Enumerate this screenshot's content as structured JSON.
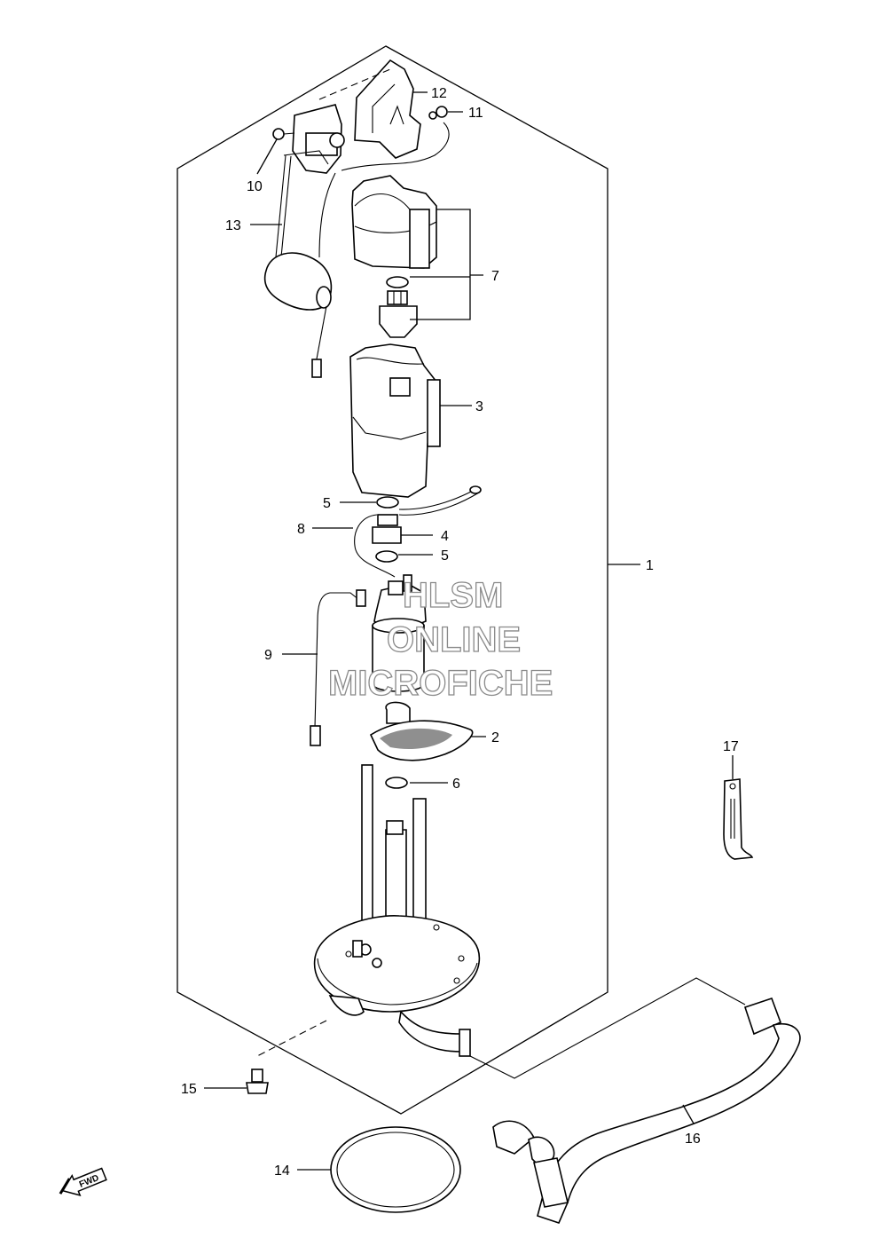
{
  "callouts": {
    "c1": "1",
    "c2": "2",
    "c3": "3",
    "c4": "4",
    "c5a": "5",
    "c5b": "5",
    "c6": "6",
    "c7": "7",
    "c8": "8",
    "c9": "9",
    "c10": "10",
    "c11": "11",
    "c12": "12",
    "c13": "13",
    "c14": "14",
    "c15": "15",
    "c16": "16",
    "c17": "17"
  },
  "watermark": {
    "line1": "HLSM",
    "line2": "ONLINE",
    "line3": "MICROFICHE"
  },
  "fwd_label": "FWD"
}
